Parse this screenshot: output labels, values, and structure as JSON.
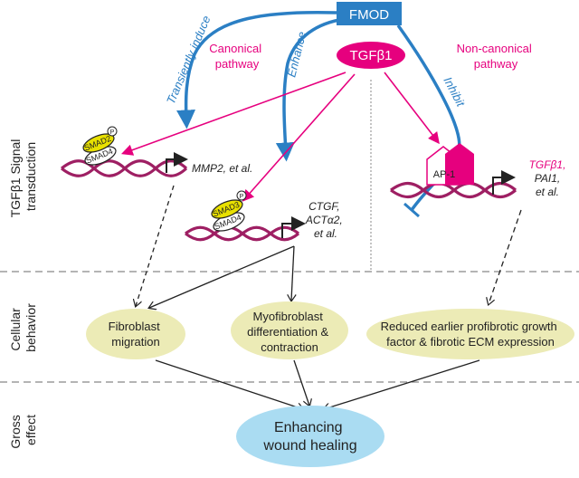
{
  "nodes": {
    "fmod": "FMOD",
    "tgfb1": "TGFβ1",
    "smad2": "SMAD2",
    "smad3": "SMAD3",
    "smad4": "SMAD4",
    "phospho": "P",
    "ap1": "AP-1"
  },
  "pathways": {
    "canonical": [
      "Canonical",
      "pathway"
    ],
    "noncanonical": [
      "Non-canonical",
      "pathway"
    ]
  },
  "edge_labels": {
    "transiently_induce": "Transiently induce",
    "enhance": "Enhance",
    "inhibit": "Inhibit"
  },
  "genes": {
    "mmp2": "MMP2, et al.",
    "ctgf": [
      "CTGF,",
      "ACTα2,",
      "et al."
    ],
    "tgfb1_gene": "TGFβ1,",
    "pai1": "PAI1,",
    "etal": "et al."
  },
  "row_labels": {
    "signal": [
      "TGFβ1 Signal",
      "transduction"
    ],
    "cellular": [
      "Cellular",
      "behavior"
    ],
    "gross": [
      "Gross",
      "effect"
    ]
  },
  "behaviors": {
    "fibroblast_migration": [
      "Fibroblast",
      "migration"
    ],
    "myofibroblast": [
      "Myofibroblast",
      "differentiation &",
      "contraction"
    ],
    "reduced": [
      "Reduced earlier profibrotic growth",
      "factor & fibrotic ECM expression"
    ]
  },
  "gross_effect": [
    "Enhancing",
    "wound healing"
  ],
  "colors": {
    "blue": "#2b7fc4",
    "magenta": "#e6007e",
    "dna": "#9e1f63",
    "ellipse": "#ecebb6",
    "gross_ellipse": "#aadcf2",
    "smad_yellow": "#e8e000"
  }
}
